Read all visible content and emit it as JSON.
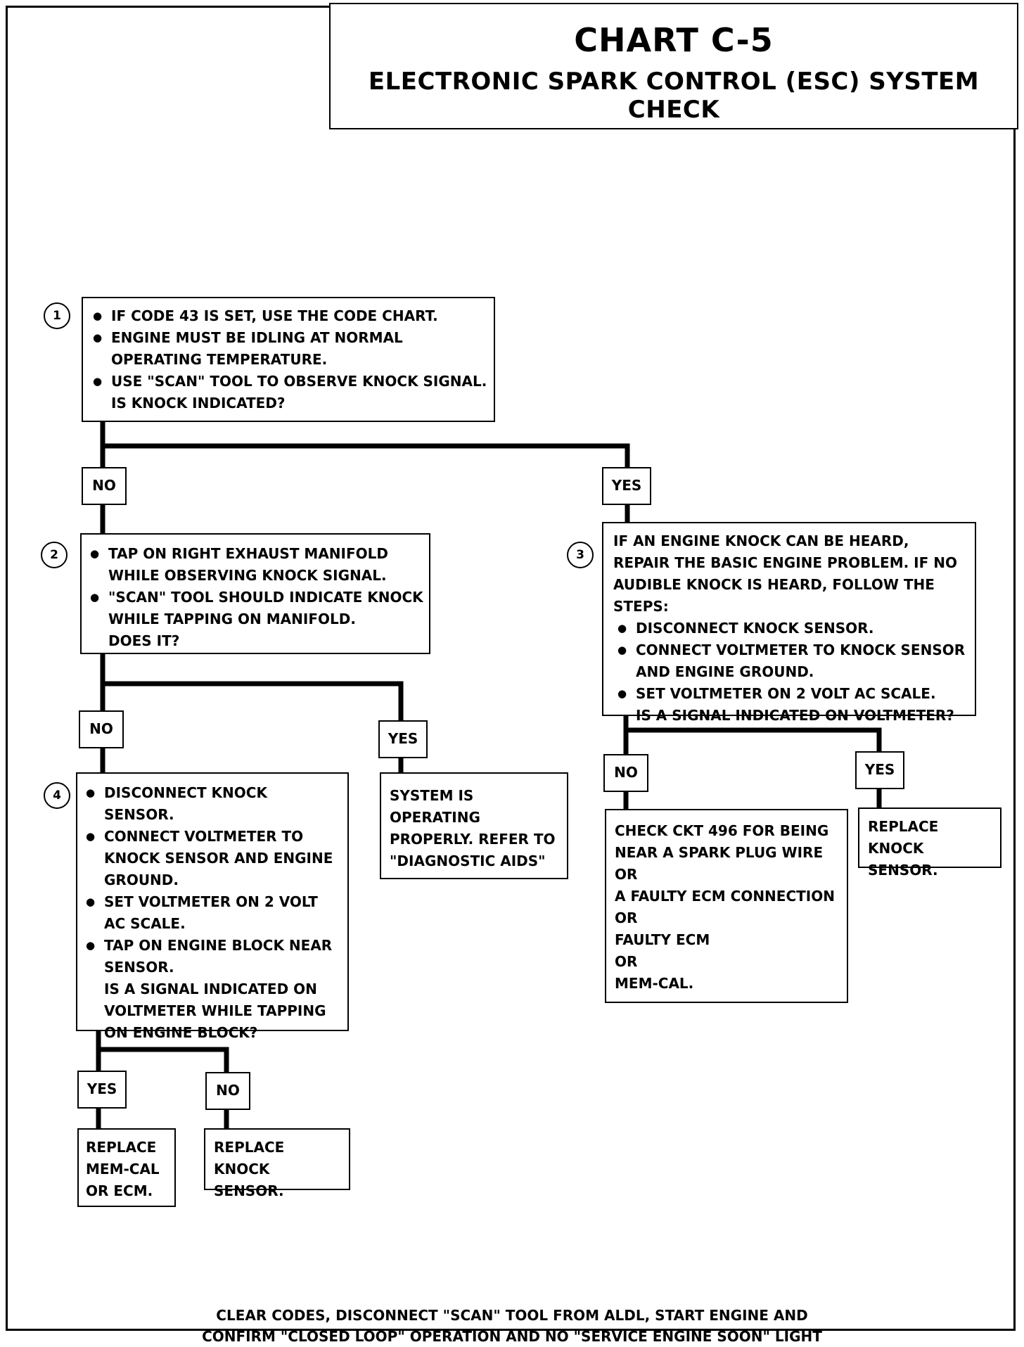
{
  "chart": {
    "title": "CHART C-5",
    "subtitle": "ELECTRONIC SPARK CONTROL (ESC) SYSTEM CHECK"
  },
  "steps": {
    "s1": "1",
    "s2": "2",
    "s3": "3",
    "s4": "4"
  },
  "box1": {
    "b1": "IF CODE 43 IS SET, USE THE CODE CHART.",
    "b2": "ENGINE MUST BE IDLING AT NORMAL OPERATING TEMPERATURE.",
    "b3": "USE \"SCAN\" TOOL TO OBSERVE KNOCK SIGNAL.",
    "question": "IS KNOCK INDICATED?"
  },
  "box2": {
    "b1": "TAP ON RIGHT EXHAUST MANIFOLD WHILE OBSERVING KNOCK SIGNAL.",
    "b2": "\"SCAN\" TOOL SHOULD INDICATE KNOCK WHILE TAPPING ON MANIFOLD.",
    "question": "DOES IT?"
  },
  "box3": {
    "intro": "IF AN ENGINE KNOCK CAN BE HEARD, REPAIR THE BASIC ENGINE PROBLEM.  IF NO AUDIBLE KNOCK IS HEARD, FOLLOW THE STEPS:",
    "b1": "DISCONNECT KNOCK SENSOR.",
    "b2": "CONNECT VOLTMETER TO KNOCK SENSOR AND ENGINE GROUND.",
    "b3": "SET VOLTMETER ON 2 VOLT AC SCALE.",
    "question": "IS A SIGNAL INDICATED ON VOLTMETER?"
  },
  "box4": {
    "b1": "DISCONNECT KNOCK SENSOR.",
    "b2": "CONNECT VOLTMETER TO KNOCK SENSOR AND ENGINE GROUND.",
    "b3": "SET VOLTMETER ON 2 VOLT AC SCALE.",
    "b4": "TAP ON ENGINE BLOCK NEAR SENSOR.",
    "question": "IS A SIGNAL INDICATED ON VOLTMETER WHILE TAPPING ON ENGINE BLOCK?"
  },
  "labels": {
    "no1": "NO",
    "yes1": "YES",
    "no2": "NO",
    "yes2": "YES",
    "no3": "NO",
    "yes3": "YES",
    "yes4": "YES",
    "no4": "NO"
  },
  "results": {
    "system_ok": "SYSTEM IS OPERATING PROPERLY.  REFER TO \"DIAGNOSTIC AIDS\"",
    "check_ckt": [
      "CHECK CKT 496 FOR BEING NEAR A SPARK PLUG WIRE",
      "OR",
      "A FAULTY ECM CONNECTION",
      "OR",
      "FAULTY ECM",
      "OR",
      "MEM-CAL."
    ],
    "replace_knock_3": "REPLACE KNOCK SENSOR.",
    "replace_memcal": "REPLACE MEM-CAL OR ECM.",
    "replace_knock_4": "REPLACE KNOCK SENSOR."
  },
  "footer": {
    "line1": "CLEAR CODES, DISCONNECT \"SCAN\" TOOL FROM ALDL, START ENGINE  AND",
    "line2": "CONFIRM \"CLOSED LOOP\" OPERATION AND NO  \"SERVICE ENGINE SOON\"  LIGHT"
  }
}
